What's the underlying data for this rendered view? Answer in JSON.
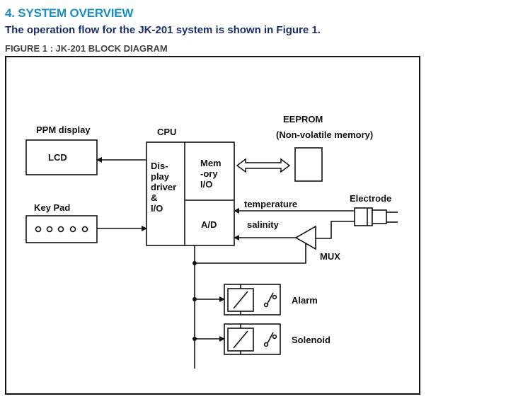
{
  "section": {
    "heading": "4. SYSTEM OVERVIEW",
    "intro": "The operation flow for the JK-201 system is shown in Figure 1.",
    "figure_caption": "FIGURE 1 : JK-201 BLOCK DIAGRAM"
  },
  "colors": {
    "heading": "#1a8fc7",
    "subheading": "#1b2e6b",
    "caption": "#444444",
    "lines": "#111111"
  },
  "diagram": {
    "ppm_display_label": "PPM display",
    "lcd_label": "LCD",
    "keypad_label": "Key Pad",
    "cpu_label": "CPU",
    "cpu_display_lines": [
      "Dis-",
      "play",
      "driver",
      "&",
      "I/O"
    ],
    "cpu_memory_lines": [
      "Mem",
      "-ory",
      "I/O"
    ],
    "cpu_ad_label": "A/D",
    "eeprom_label": "EEPROM",
    "eeprom_sub_label": "(Non-volatile memory)",
    "electrode_label": "Electrode",
    "temperature_label": "temperature",
    "salinity_label": "salinity",
    "mux_label": "MUX",
    "alarm_label": "Alarm",
    "solenoid_label": "Solenoid"
  }
}
